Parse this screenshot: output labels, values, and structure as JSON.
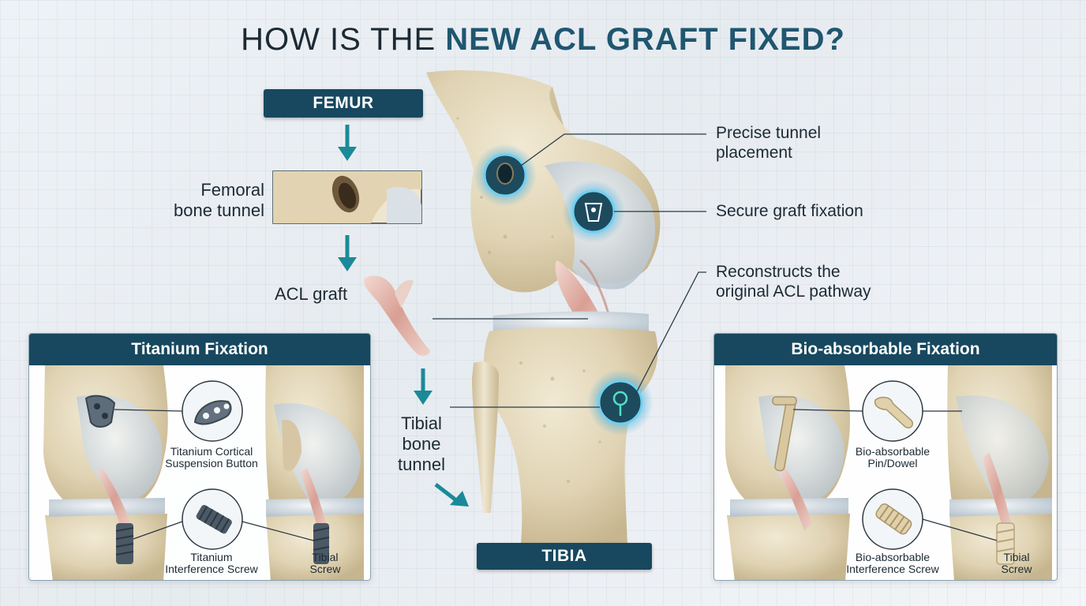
{
  "title": {
    "prefix": "HOW IS THE ",
    "accent": "NEW ACL GRAFT FIXED?"
  },
  "flow": {
    "femur_tag": "FEMUR",
    "tibia_tag": "TIBIA",
    "femoral_tunnel": {
      "line1": "Femoral",
      "line2": "bone tunnel"
    },
    "acl_graft": "ACL graft",
    "tibial_tunnel": {
      "line1": "Tibial",
      "line2": "bone",
      "line3": "tunnel"
    }
  },
  "annotations": {
    "tunnel_placement": {
      "line1": "Precise tunnel",
      "line2": "placement"
    },
    "graft_fixation": "Secure graft fixation",
    "reconstructs": {
      "line1": "Reconstructs the",
      "line2": "original ACL pathway"
    }
  },
  "titanium_panel": {
    "title": "Titanium Fixation",
    "button": {
      "line1": "Titanium Cortical",
      "line2": "Suspension Button"
    },
    "screw": {
      "line1": "Titanium",
      "line2": "Interference Screw"
    },
    "tibial": {
      "line1": "Tibial",
      "line2": "Screw"
    }
  },
  "bio_panel": {
    "title": "Bio-absorbable Fixation",
    "pin": {
      "line1": "Bio-absorbable",
      "line2": "Pin/Dowel"
    },
    "screw": {
      "line1": "Bio-absorbable",
      "line2": "Interference Screw"
    },
    "tibial": {
      "line1": "Tibial",
      "line2": "Screw"
    }
  },
  "colors": {
    "navy": "#17485f",
    "teal_arrow": "#1b8a98",
    "glow": "#3fb3e0",
    "bone": "#e2d7bc",
    "cartilage": "#d3dbe2",
    "ligament": "#e0b7ad"
  }
}
